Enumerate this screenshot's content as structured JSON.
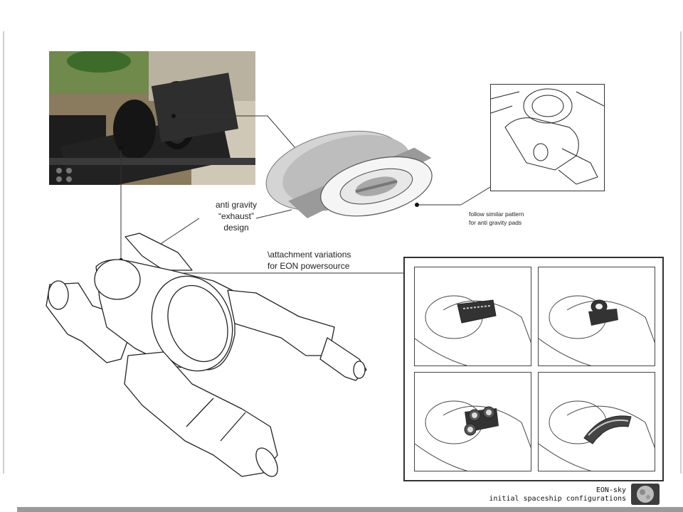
{
  "annotations": {
    "exhaust": "anti gravity\n“exhaust”\ndesign",
    "attachment": "\\attachment variations\nfor EON powersource",
    "pads": "follow similar pattern\nfor anti gravity pads"
  },
  "title_block": {
    "project": "EON-sky",
    "subtitle": "initial spaceship configurations"
  }
}
